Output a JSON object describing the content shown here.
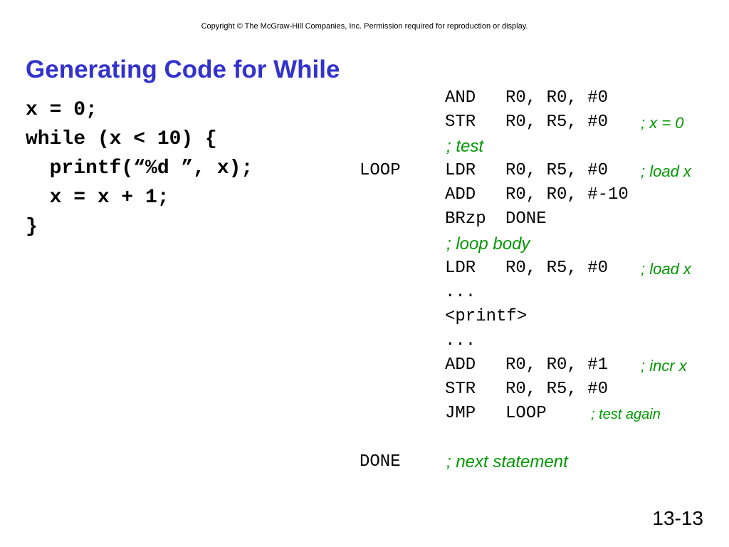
{
  "header": {
    "copyright": "Copyright © The McGraw-Hill Companies, Inc.  Permission required for reproduction or display."
  },
  "title": "Generating Code for While",
  "c_code": [
    "x = 0;",
    "while (x < 10) {",
    "  printf(“%d ”, x);",
    "  x = x + 1;",
    "}"
  ],
  "asm": [
    {
      "label": "",
      "op": "AND",
      "args": "R0, R0, #0",
      "comment": ""
    },
    {
      "label": "",
      "op": "STR",
      "args": "R0, R5, #0",
      "comment": "; x = 0"
    },
    {
      "label": "",
      "op": "",
      "args": "",
      "comment": "; test"
    },
    {
      "label": "LOOP",
      "op": "LDR",
      "args": "R0, R5, #0",
      "comment": "; load x"
    },
    {
      "label": "",
      "op": "ADD",
      "args": "R0, R0, #-10",
      "comment": ""
    },
    {
      "label": "",
      "op": "BRzp",
      "args": "DONE",
      "comment": ""
    },
    {
      "label": "",
      "op": "",
      "args": "",
      "comment": "; loop body"
    },
    {
      "label": "",
      "op": "LDR",
      "args": "R0, R5, #0",
      "comment": "; load x"
    },
    {
      "label": "",
      "op": "...",
      "args": "",
      "comment": ""
    },
    {
      "label": "",
      "op": "<printf>",
      "args": "",
      "comment": ""
    },
    {
      "label": "",
      "op": "...",
      "args": "",
      "comment": ""
    },
    {
      "label": "",
      "op": "ADD",
      "args": "R0, R0, #1",
      "comment": "; incr x"
    },
    {
      "label": "",
      "op": "STR",
      "args": "R0, R5, #0",
      "comment": ""
    },
    {
      "label": "",
      "op": "JMP",
      "args": "LOOP",
      "comment": "; test again"
    },
    {
      "label": "",
      "op": "",
      "args": "",
      "comment": ""
    },
    {
      "label": "DONE",
      "op": "",
      "args": "",
      "comment": "; next statement"
    }
  ],
  "page_number": "13-13",
  "colors": {
    "title": "#3333cc",
    "comment": "#009900"
  }
}
